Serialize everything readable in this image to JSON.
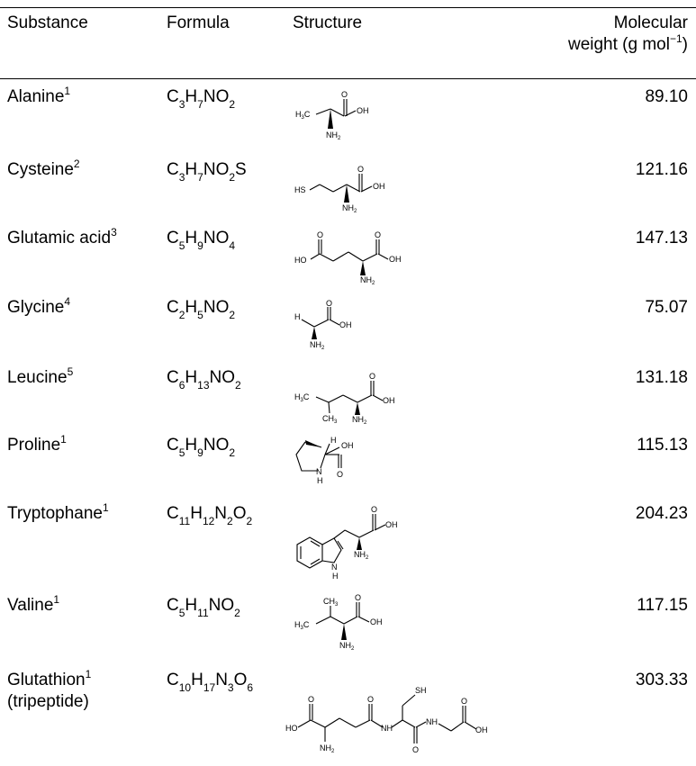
{
  "header": {
    "substance": "Substance",
    "formula": "Formula",
    "structure": "Structure",
    "mw_line1": "Molecular",
    "mw_line2_prefix": "weight (g mol",
    "mw_sup": "−1",
    "mw_suffix": ")"
  },
  "rows": [
    {
      "name": "Alanine",
      "ref": "1",
      "formula": [
        [
          "C",
          ""
        ],
        [
          "3",
          "sub"
        ],
        [
          "H",
          ""
        ],
        [
          "7",
          "sub"
        ],
        [
          "NO",
          ""
        ],
        [
          "2",
          "sub"
        ]
      ],
      "mw": "89.10"
    },
    {
      "name": "Cysteine",
      "ref": "2",
      "formula": [
        [
          "C",
          ""
        ],
        [
          "3",
          "sub"
        ],
        [
          "H",
          ""
        ],
        [
          "7",
          "sub"
        ],
        [
          "NO",
          ""
        ],
        [
          "2",
          "sub"
        ],
        [
          "S",
          ""
        ]
      ],
      "mw": "121.16"
    },
    {
      "name": "Glutamic acid",
      "ref": "3",
      "formula": [
        [
          "C",
          ""
        ],
        [
          "5",
          "sub"
        ],
        [
          "H",
          ""
        ],
        [
          "9",
          "sub"
        ],
        [
          "NO",
          ""
        ],
        [
          "4",
          "sub"
        ]
      ],
      "mw": "147.13"
    },
    {
      "name": "Glycine",
      "ref": "4",
      "formula": [
        [
          "C",
          ""
        ],
        [
          "2",
          "sub"
        ],
        [
          "H",
          ""
        ],
        [
          "5",
          "sub"
        ],
        [
          "NO",
          ""
        ],
        [
          "2",
          "sub"
        ]
      ],
      "mw": "75.07"
    },
    {
      "name": "Leucine",
      "ref": "5",
      "formula": [
        [
          "C",
          ""
        ],
        [
          "6",
          "sub"
        ],
        [
          "H",
          ""
        ],
        [
          "13",
          "sub"
        ],
        [
          "NO",
          ""
        ],
        [
          "2",
          "sub"
        ]
      ],
      "mw": "131.18"
    },
    {
      "name": "Proline",
      "ref": "1",
      "formula": [
        [
          "C",
          ""
        ],
        [
          "5",
          "sub"
        ],
        [
          "H",
          ""
        ],
        [
          "9",
          "sub"
        ],
        [
          "NO",
          ""
        ],
        [
          "2",
          "sub"
        ]
      ],
      "mw": "115.13"
    },
    {
      "name": "Tryptophane",
      "ref": "1",
      "formula": [
        [
          "C",
          ""
        ],
        [
          "11",
          "sub"
        ],
        [
          "H",
          ""
        ],
        [
          "12",
          "sub"
        ],
        [
          "N",
          ""
        ],
        [
          "2",
          "sub"
        ],
        [
          "O",
          ""
        ],
        [
          "2",
          "sub"
        ]
      ],
      "mw": "204.23"
    },
    {
      "name": "Valine",
      "ref": "1",
      "formula": [
        [
          "C",
          ""
        ],
        [
          "5",
          "sub"
        ],
        [
          "H",
          ""
        ],
        [
          "11",
          "sub"
        ],
        [
          "NO",
          ""
        ],
        [
          "2",
          "sub"
        ]
      ],
      "mw": "117.15"
    },
    {
      "name": "Glutathion",
      "ref": "1",
      "name_line2": "(tripeptide)",
      "formula": [
        [
          "C",
          ""
        ],
        [
          "10",
          "sub"
        ],
        [
          "H",
          ""
        ],
        [
          "17",
          "sub"
        ],
        [
          "N",
          ""
        ],
        [
          "3",
          "sub"
        ],
        [
          "O",
          ""
        ],
        [
          "6",
          "sub"
        ]
      ],
      "mw": "303.33"
    }
  ],
  "structure_labels": {
    "o": "O",
    "oh": "OH",
    "ho": "HO",
    "h": "H",
    "n": "N",
    "nh": "NH",
    "nh_main": "NH",
    "amine_sub": "2",
    "methyl_main": "CH",
    "methyl_sub": "3",
    "h3c_main": "H",
    "h3c_sub": "3",
    "h3c_tail": "C",
    "hs": "HS",
    "sh": "SH"
  }
}
